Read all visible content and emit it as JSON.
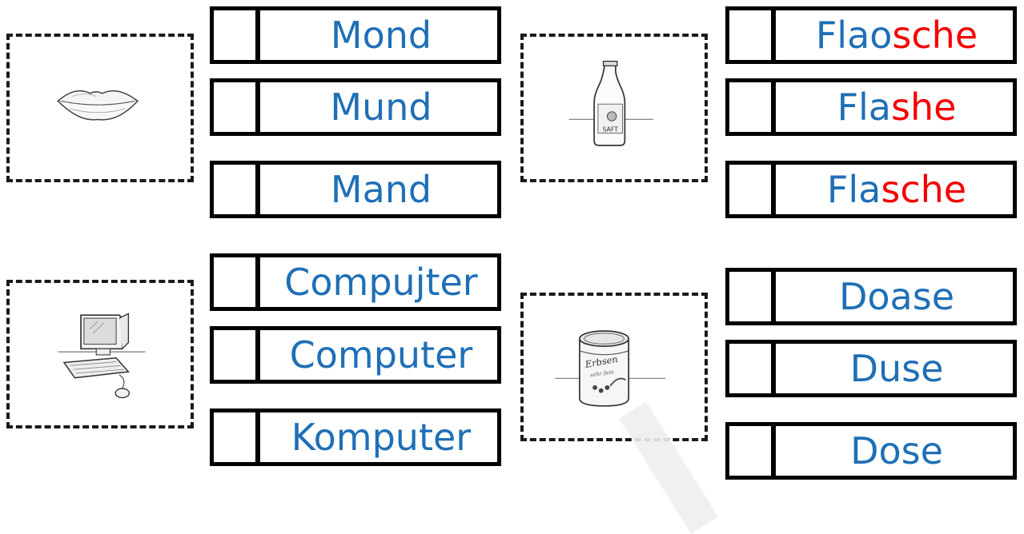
{
  "colors": {
    "word": "#1f6fb6",
    "highlight": "#f40000"
  },
  "exercises": [
    {
      "picture": "lips",
      "options": [
        [
          {
            "t": "Mond",
            "c": "word"
          }
        ],
        [
          {
            "t": "Mund",
            "c": "word"
          }
        ],
        [
          {
            "t": "Mand",
            "c": "word"
          }
        ]
      ]
    },
    {
      "picture": "bottle",
      "options": [
        [
          {
            "t": "Flao",
            "c": "word"
          },
          {
            "t": "sche",
            "c": "highlight"
          }
        ],
        [
          {
            "t": "Fla",
            "c": "word"
          },
          {
            "t": "she",
            "c": "highlight"
          }
        ],
        [
          {
            "t": "Fla",
            "c": "word"
          },
          {
            "t": "sche",
            "c": "highlight"
          }
        ]
      ]
    },
    {
      "picture": "computer",
      "options": [
        [
          {
            "t": "Compujter",
            "c": "word"
          }
        ],
        [
          {
            "t": "Computer",
            "c": "word"
          }
        ],
        [
          {
            "t": "Komputer",
            "c": "word"
          }
        ]
      ]
    },
    {
      "picture": "can",
      "options": [
        [
          {
            "t": "Doase",
            "c": "word"
          }
        ],
        [
          {
            "t": "Duse",
            "c": "word"
          }
        ],
        [
          {
            "t": "Dose",
            "c": "word"
          }
        ]
      ]
    }
  ],
  "bottle_label": "SAFT",
  "can_label": "Erbsen",
  "can_sublabel": "sehr fein"
}
